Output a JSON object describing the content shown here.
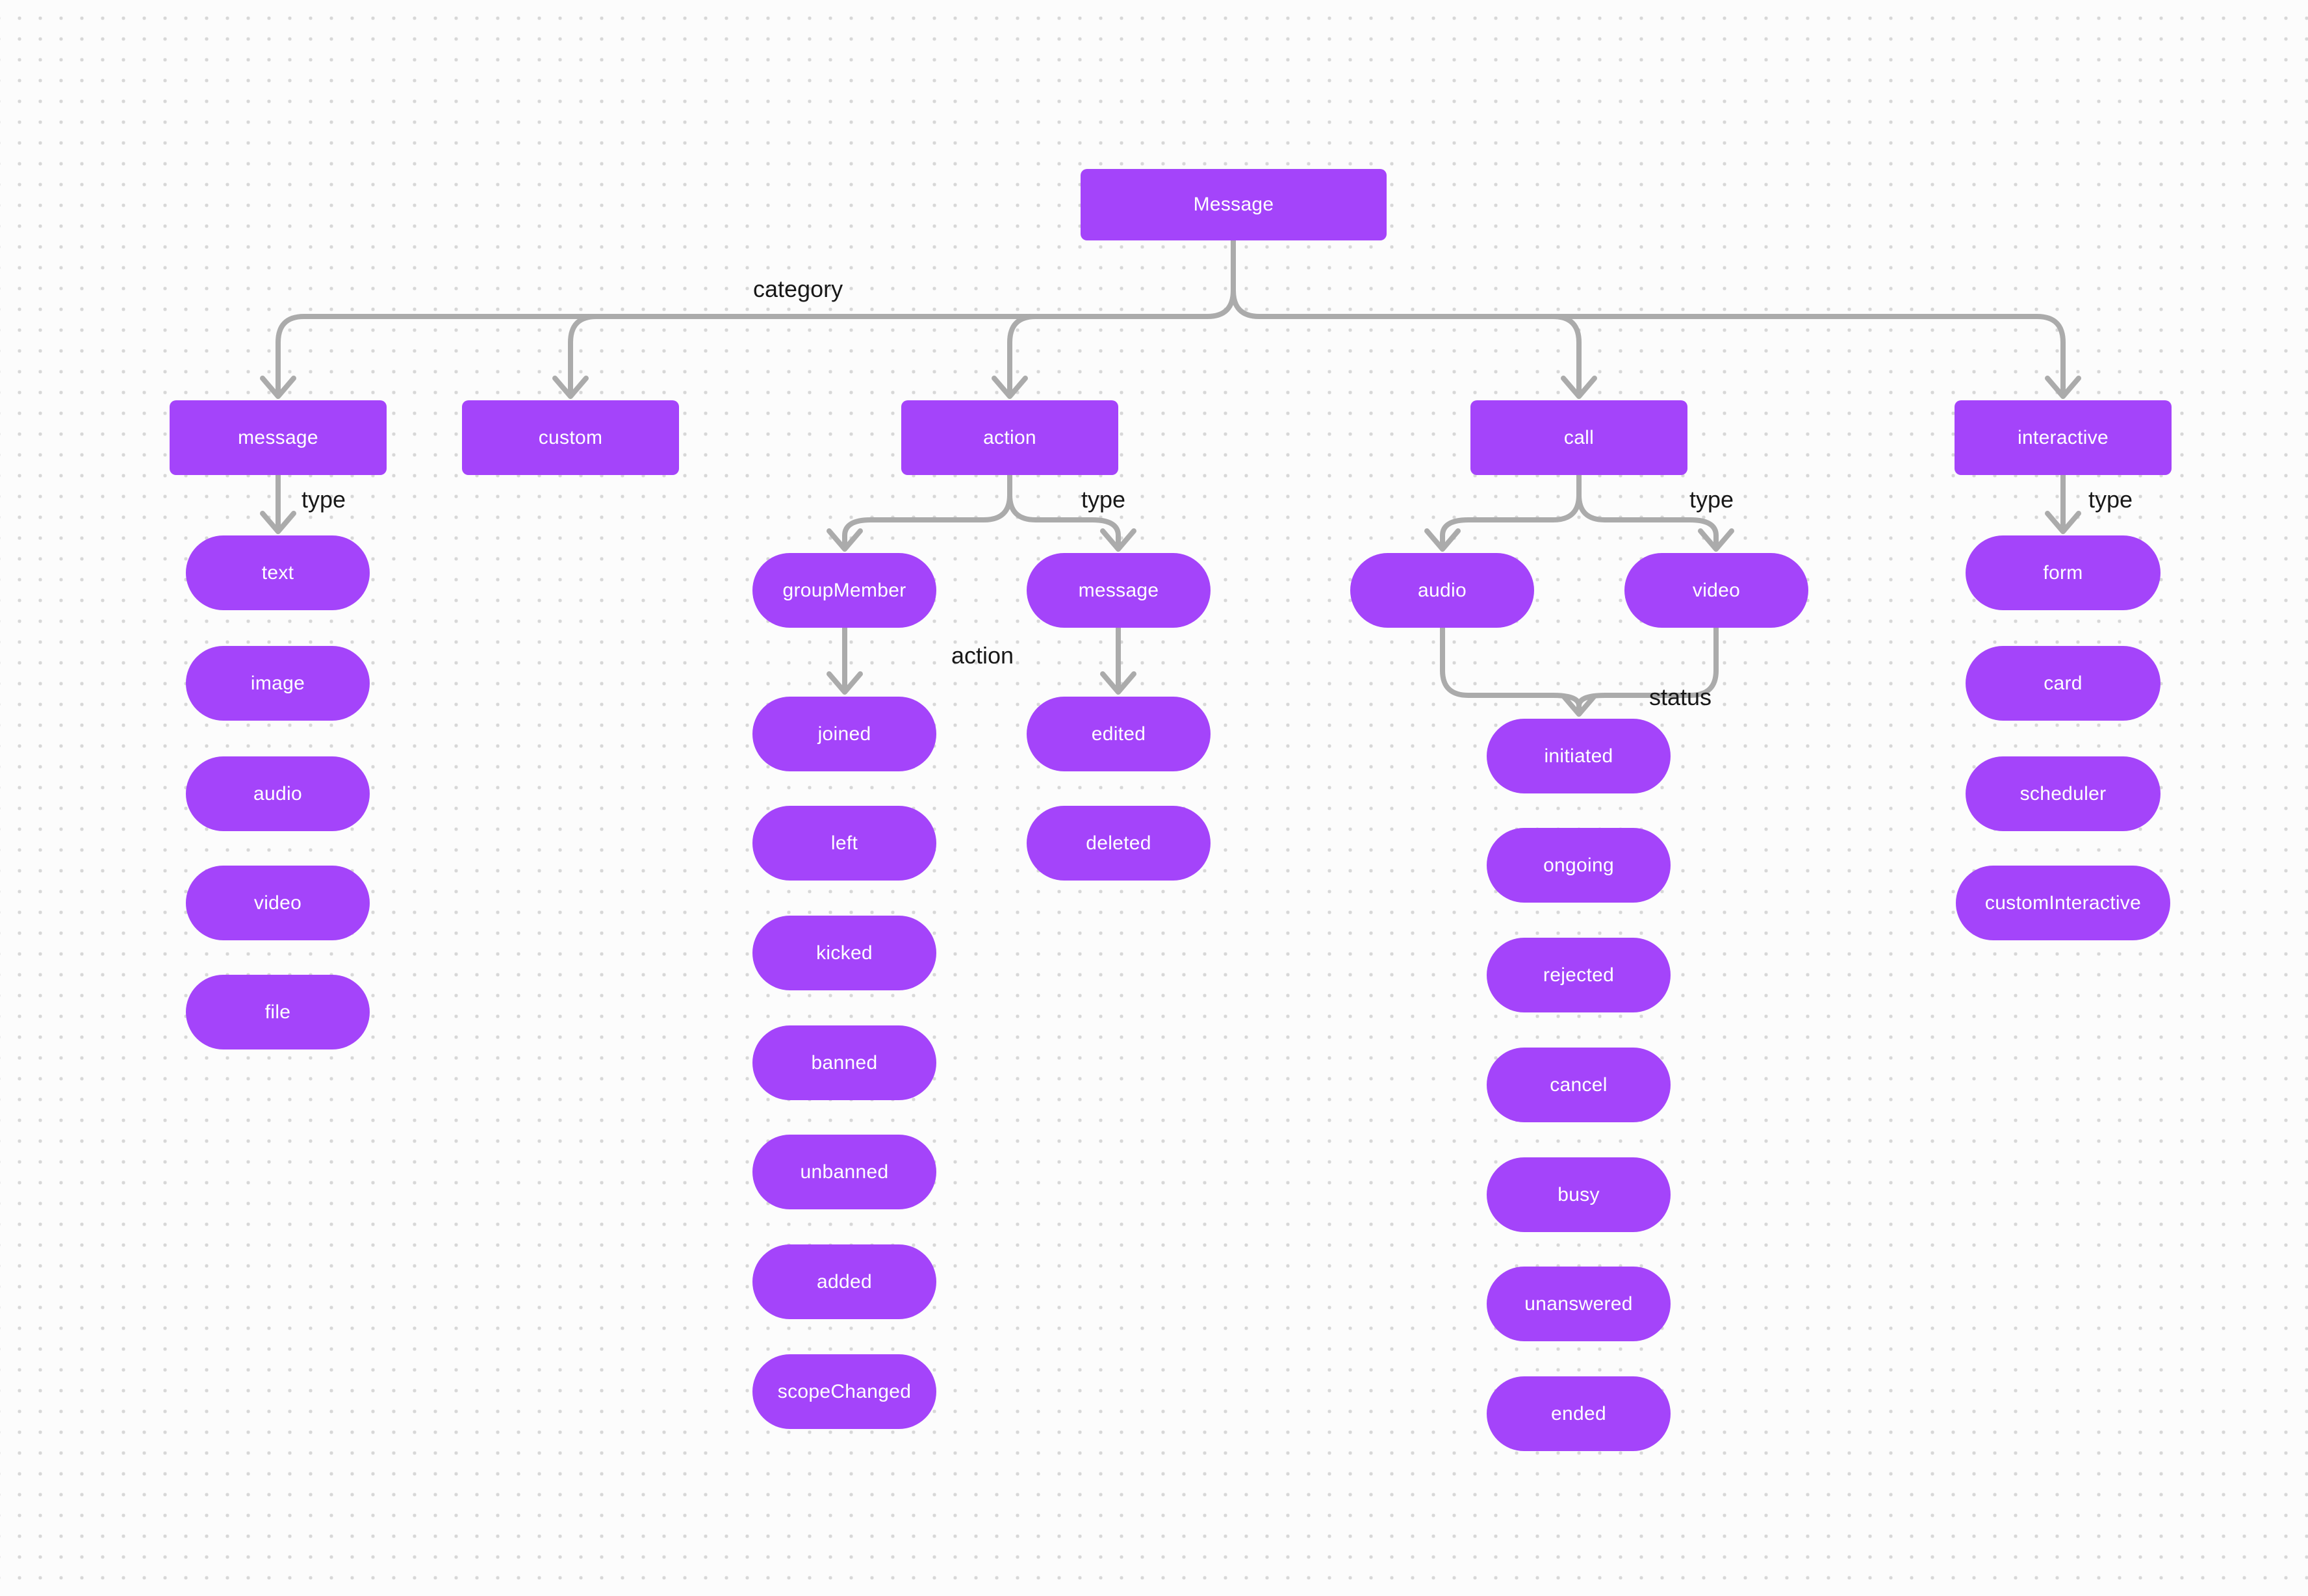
{
  "canvas": {
    "background": "#fcfcfc",
    "dot_color": "#d7d7d7"
  },
  "colors": {
    "node_fill": "#a444fa",
    "node_text": "#ffffff",
    "connector": "#ababab",
    "edge_label_text": "#181818"
  },
  "root": {
    "label": "Message"
  },
  "edge_labels": {
    "category": "category",
    "type_message": "type",
    "type_action": "type",
    "type_call": "type",
    "type_interactive": "type",
    "action": "action",
    "status": "status"
  },
  "categories": [
    {
      "label": "message",
      "children": [
        "text",
        "image",
        "audio",
        "video",
        "file"
      ]
    },
    {
      "label": "custom",
      "children": []
    },
    {
      "label": "action",
      "children": [
        {
          "label": "groupMember",
          "children": [
            "joined",
            "left",
            "kicked",
            "banned",
            "unbanned",
            "added",
            "scopeChanged"
          ]
        },
        {
          "label": "message",
          "children": [
            "edited",
            "deleted"
          ]
        }
      ]
    },
    {
      "label": "call",
      "children": [
        {
          "label": "audio"
        },
        {
          "label": "video"
        }
      ],
      "status_children": [
        "initiated",
        "ongoing",
        "rejected",
        "cancel",
        "busy",
        "unanswered",
        "ended"
      ]
    },
    {
      "label": "interactive",
      "children": [
        "form",
        "card",
        "scheduler",
        "customInteractive"
      ]
    }
  ]
}
